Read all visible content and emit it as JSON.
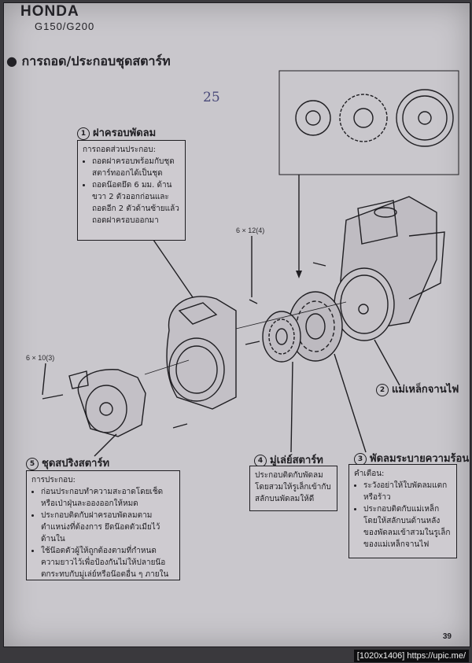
{
  "header": {
    "brand": "HONDA",
    "model": "G150/G200"
  },
  "title": "การถอด/ประกอบชุดสตาร์ท",
  "handwritten": "25",
  "bolts": {
    "b1": "6 × 12(4)",
    "b2": "6 × 10(3)"
  },
  "parts": [
    {
      "num": "1",
      "name": "ฝาครอบพัดลม",
      "heading": "การถอดส่วนประกอบ:",
      "items": [
        "ถอดฝาครอบพร้อมกับชุดสตาร์ทออกได้เป็นชุด",
        "ถอดน๊อตยึด 6 มม. ด้านขวา 2 ตัวออกก่อนและถอดอีก 2 ตัวด้านซ้ายแล้วถอดฝาครอบออกมา"
      ]
    },
    {
      "num": "2",
      "name": "แม่เหล็กจานไฟ"
    },
    {
      "num": "3",
      "name": "พัดลมระบายความร้อน",
      "heading": "คำเตือน:",
      "items": [
        "ระวังอย่าให้ใบพัดลมแตกหรือร้าว",
        "ประกอบติดกับแม่เหล็กโดยให้สลักบนด้านหลังของพัดลมเข้าสวมในรูเล็กของแม่เหล็กจานไฟ"
      ]
    },
    {
      "num": "4",
      "name": "มู่เล่ย์สตาร์ท",
      "text": "ประกอบติดกับพัดลมโดยสวมให้รูเล็กเข้ากับสลักบนพัดลมให้ดี"
    },
    {
      "num": "5",
      "name": "ชุดสปริงสตาร์ท",
      "heading": "การประกอบ:",
      "items": [
        "ก่อนประกอบทำความสะอาดโดยเช็ดหรือเป่าฝุ่นละอองออกให้หมด",
        "ประกอบติดกับฝาครอบพัดลมตามตำแหน่งที่ต้องการ ยึดน๊อตตัวเมียไว้ด้านใน",
        "ใช้น๊อตตัวผู้ให้ถูกต้องตามที่กำหนดความยาวไว้เพื่อป้องกันไม่ให้ปลายน๊อตกระทบกับมู่เล่ย์หรือน๊อตอื่น ๆ ภายใน"
      ]
    }
  ],
  "page_number": "39",
  "watermark": "[1020x1406] https://upic.me/"
}
